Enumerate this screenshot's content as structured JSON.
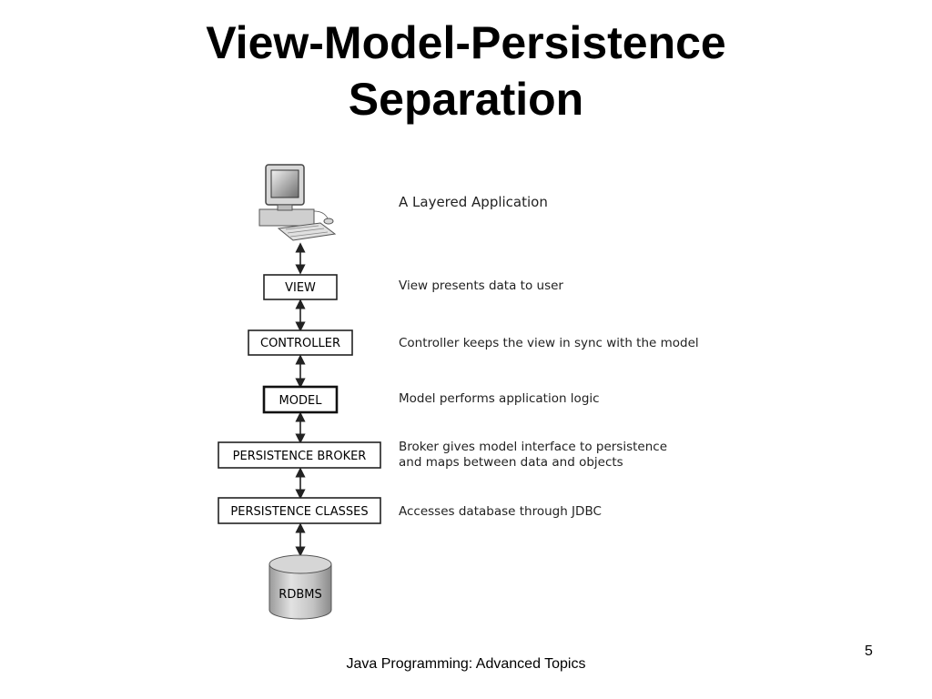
{
  "slide": {
    "title_line1": "View-Model-Persistence",
    "title_line2": "Separation",
    "footer": "Java Programming: Advanced Topics",
    "page_number": "5"
  },
  "diagram": {
    "heading": "A Layered Application",
    "layers": [
      {
        "label": "VIEW",
        "description": "View presents data to user"
      },
      {
        "label": "CONTROLLER",
        "description": "Controller keeps the view in sync with the model"
      },
      {
        "label": "MODEL",
        "description": "Model performs application logic"
      },
      {
        "label": "PERSISTENCE BROKER",
        "description_line1": "Broker gives model interface to persistence",
        "description_line2": "and maps between data and objects"
      },
      {
        "label": "PERSISTENCE CLASSES",
        "description": "Accesses database through JDBC"
      }
    ],
    "database_label": "RDBMS"
  }
}
